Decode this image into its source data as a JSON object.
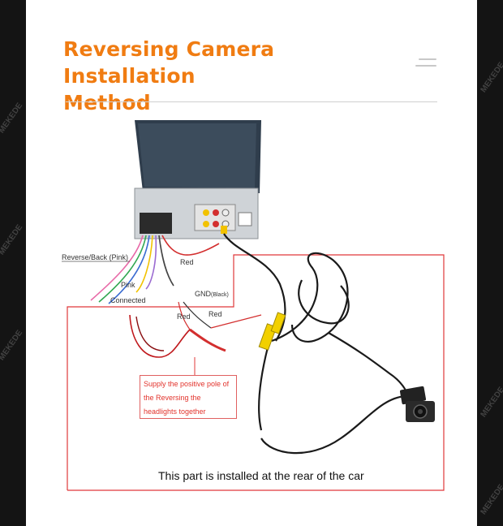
{
  "header": {
    "title_line1": "Reversing Camera Installation",
    "title_line2": "Method"
  },
  "icons": {
    "menu": "menu-icon"
  },
  "labels": {
    "reverse_back": "Reverse/Back (Pink)",
    "red_top": "Red",
    "pink": "Pink",
    "connected": "Connected",
    "gnd": "GND",
    "gnd_suffix": "(Black)",
    "red_left": "Red",
    "red_right": "Red"
  },
  "note": {
    "line1": "Supply the positive pole of",
    "line2": "the Reversing the",
    "line3": "headlights together"
  },
  "footer": "This part is installed at the rear of the car",
  "watermark": "MEKEDE",
  "colors": {
    "title": "#f07c12",
    "outline": "#e0383a",
    "note_text": "#e2332c"
  }
}
